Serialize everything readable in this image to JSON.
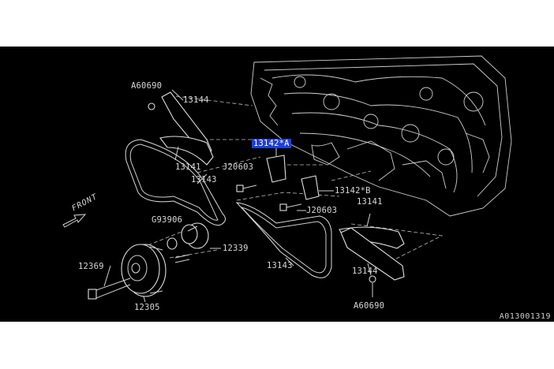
{
  "diagram": {
    "highlight_color": "#1e3fd6",
    "front_label": "FRONT",
    "doc_id": "A013001319",
    "callouts": {
      "a60690_top": "A60690",
      "p13144_top": "13144",
      "p13142a": "13142*A",
      "p13141_left": "13141",
      "j20603_left": "J20603",
      "p13143_left": "13143",
      "p13142b": "13142*B",
      "p13141_right": "13141",
      "j20603_right": "J20603",
      "g93906": "G93906",
      "p12339": "12339",
      "p12369": "12369",
      "p13143_bottom": "13143",
      "p13144_bottom": "13144",
      "p12305": "12305",
      "a60690_bottom": "A60690"
    }
  }
}
